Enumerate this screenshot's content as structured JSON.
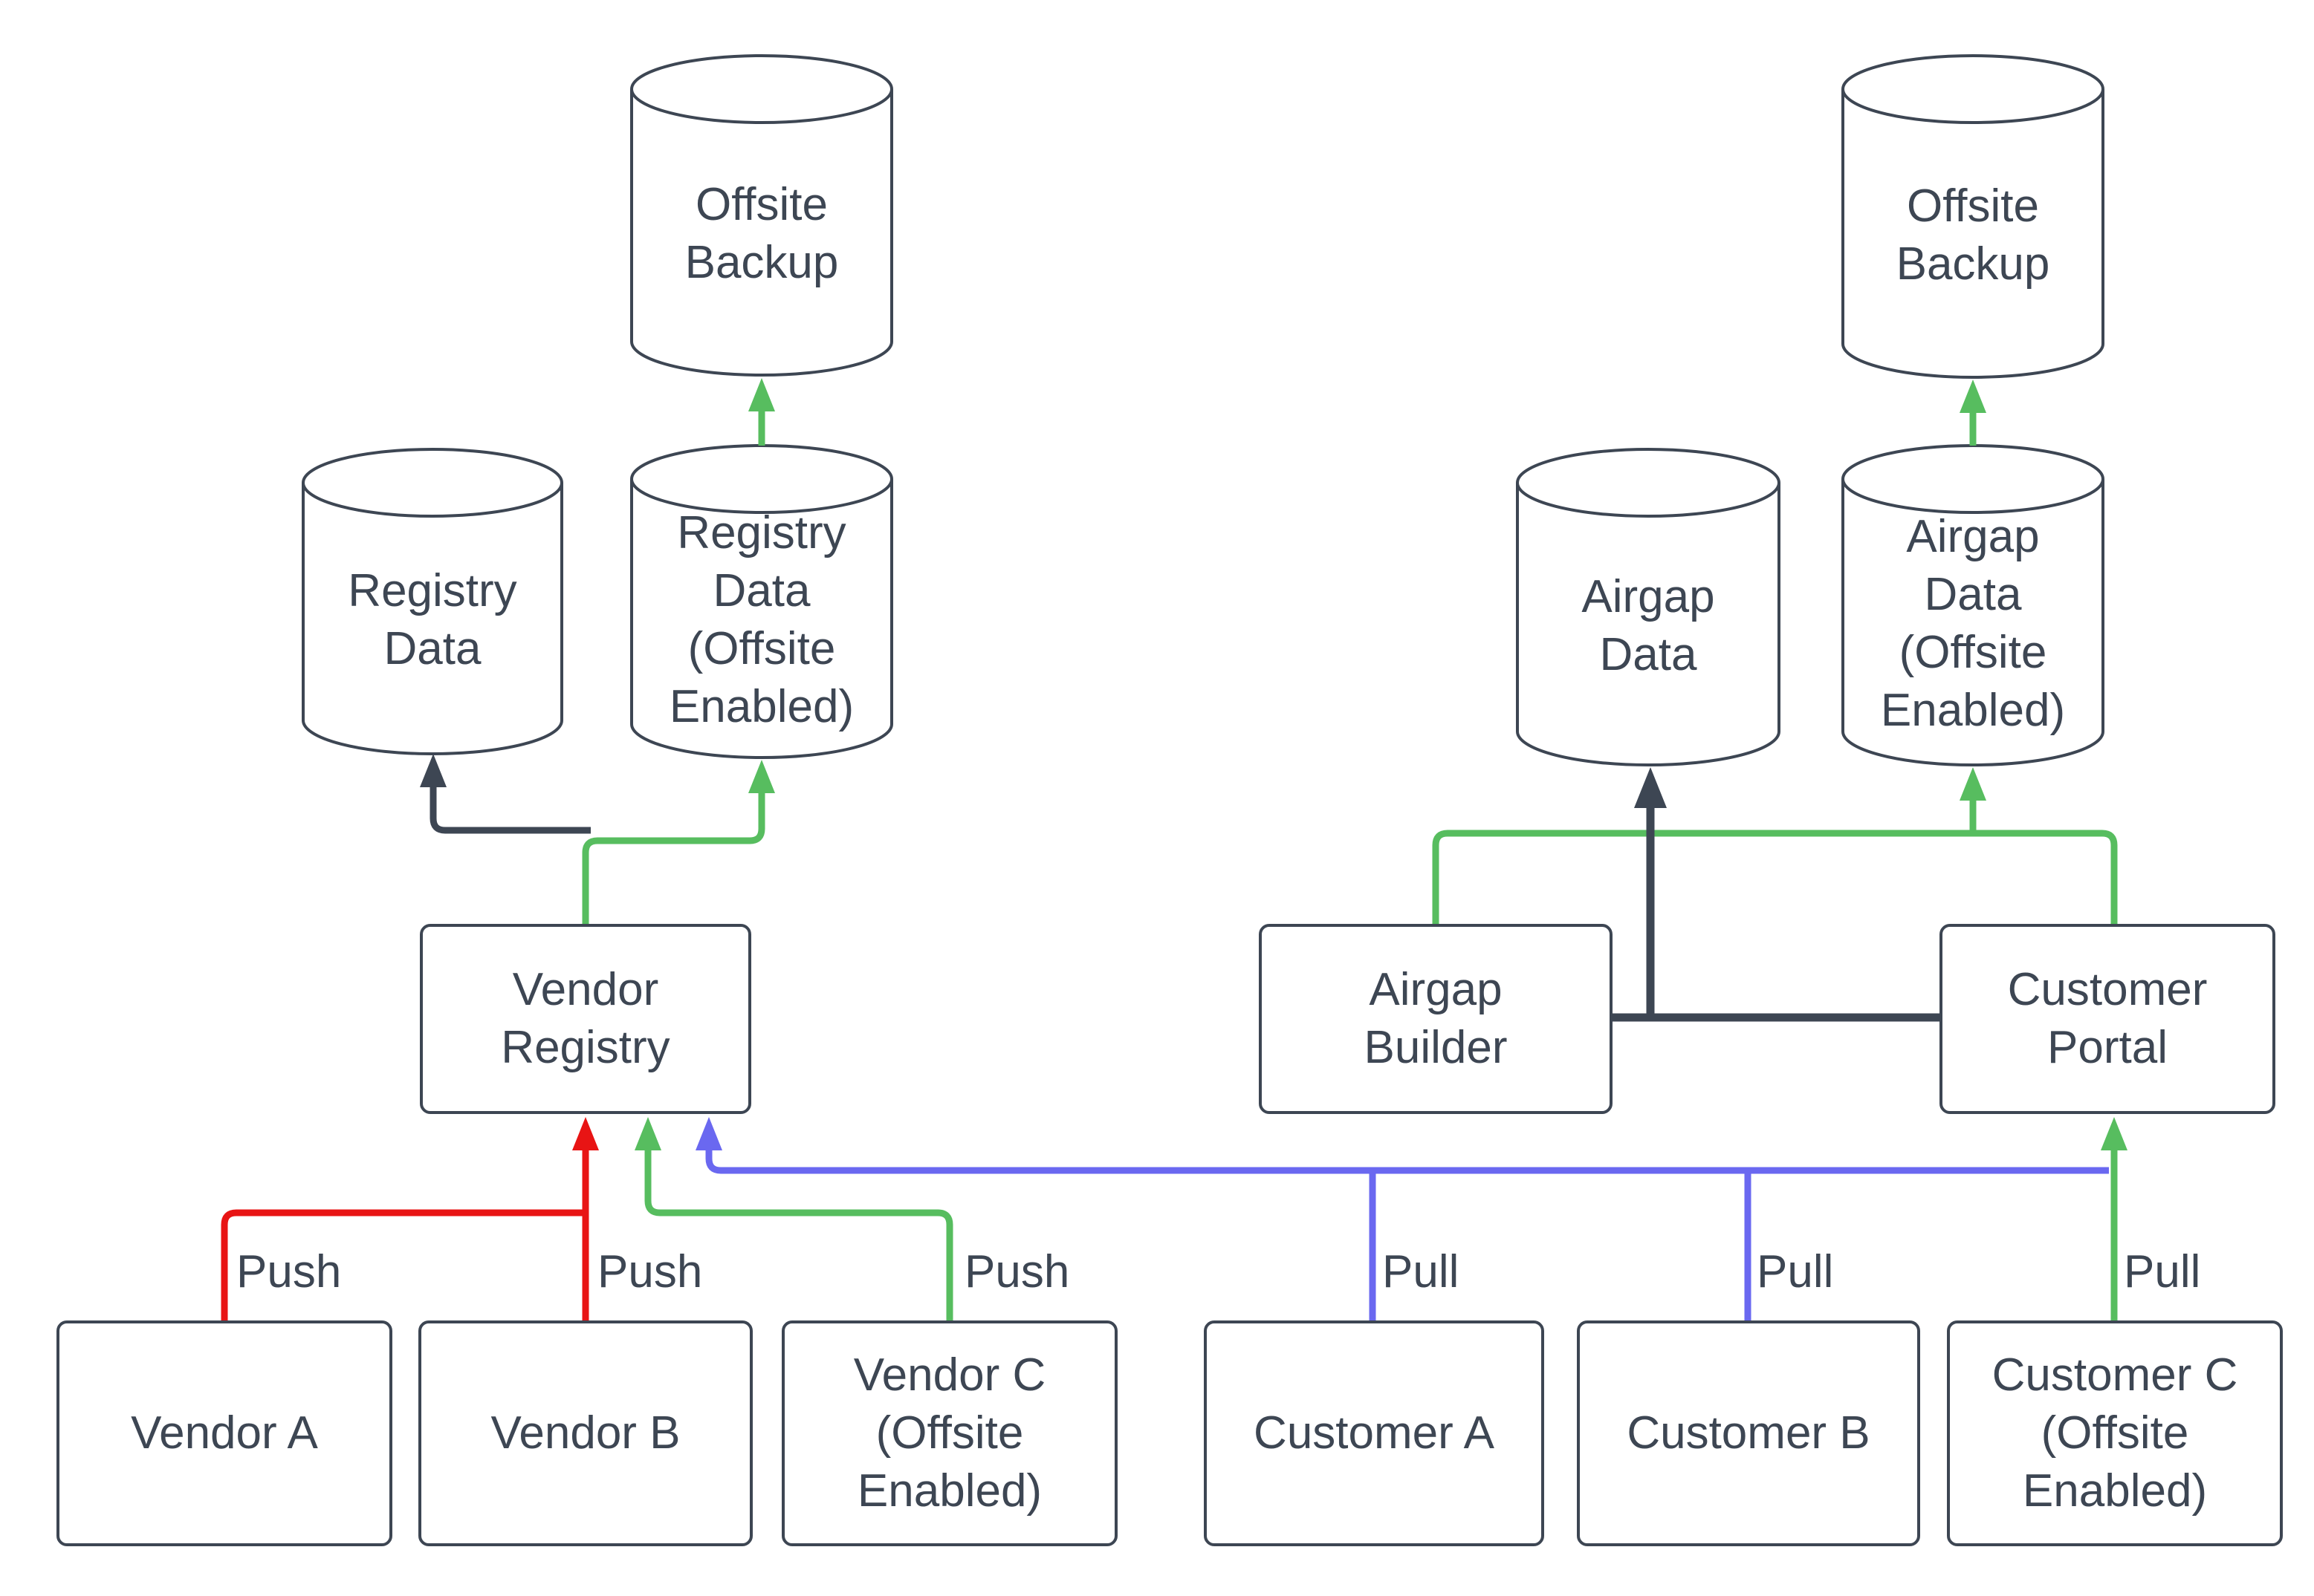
{
  "diagram_title": "",
  "colors": {
    "outline": "#3d4653",
    "text": "#3d4653",
    "red": "#e81414",
    "green": "#57bd5f",
    "blue": "#6a68f0",
    "background": "#ffffff"
  },
  "nodes": {
    "offsite_backup_left": "Offsite\nBackup",
    "registry_data": "Registry\nData",
    "registry_data_offsite": "Registry\nData\n(Offsite\nEnabled)",
    "vendor_registry": "Vendor\nRegistry",
    "vendor_a": "Vendor A",
    "vendor_b": "Vendor B",
    "vendor_c": "Vendor C\n(Offsite\nEnabled)",
    "offsite_backup_right": "Offsite\nBackup",
    "airgap_data": "Airgap\nData",
    "airgap_data_offsite": "Airgap\nData\n(Offsite\nEnabled)",
    "airgap_builder": "Airgap\nBuilder",
    "customer_portal": "Customer\nPortal",
    "customer_a": "Customer A",
    "customer_b": "Customer B",
    "customer_c": "Customer C\n(Offsite\nEnabled)"
  },
  "edge_labels": {
    "push_vendor_a": "Push",
    "push_vendor_b": "Push",
    "push_vendor_c": "Push",
    "pull_customer_a": "Pull",
    "pull_customer_b": "Pull",
    "pull_customer_c": "Pull"
  }
}
